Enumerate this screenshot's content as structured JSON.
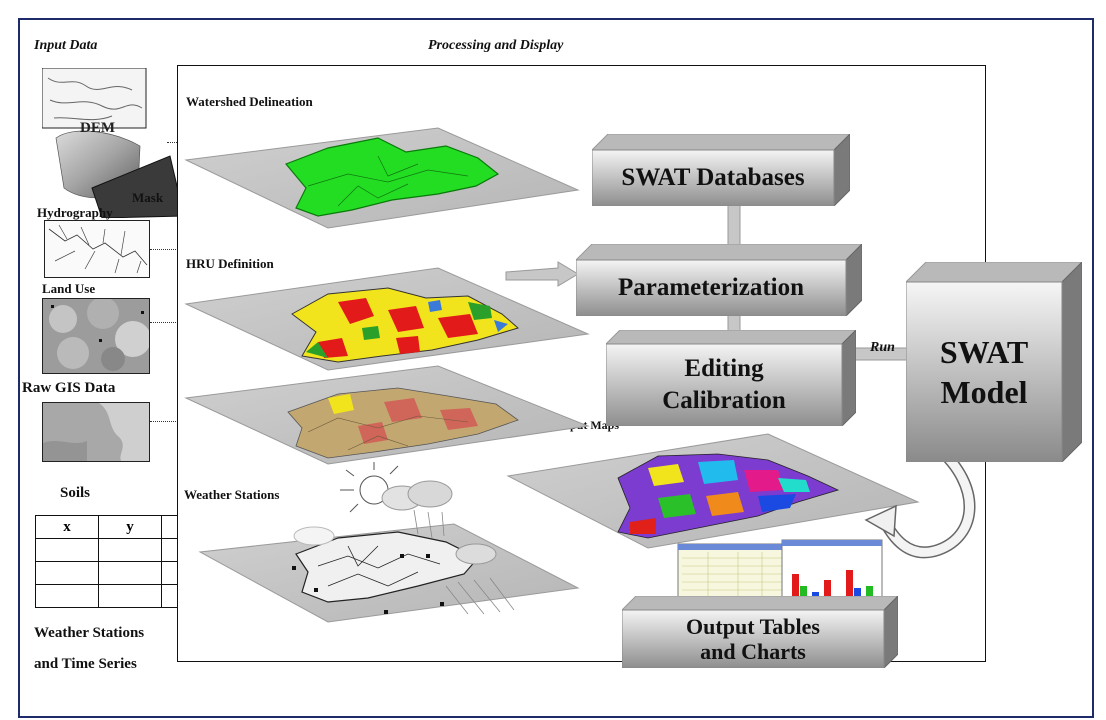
{
  "headers": {
    "input_data": "Input Data",
    "processing": "Processing and Display"
  },
  "inputs": {
    "dem": "DEM",
    "mask": "Mask",
    "hydrography": "Hydrography",
    "land_use": "Land Use",
    "raw_gis": "Raw GIS Data",
    "soils": "Soils",
    "table_headers": [
      "x",
      "y",
      ""
    ],
    "weather_line1": "Weather Stations",
    "weather_line2": "and Time Series"
  },
  "layers": {
    "watershed": "Watershed Delineation",
    "hru": "HRU Definition",
    "weather": "Weather Stations",
    "output_maps": "Output Maps"
  },
  "boxes": {
    "databases": "SWAT Databases",
    "parameterization": "Parameterization",
    "editing_1": "Editing",
    "editing_2": "Calibration",
    "model_1": "SWAT",
    "model_2": "Model",
    "output_1": "Output Tables",
    "output_2": "and Charts"
  },
  "arrows": {
    "run": "Run"
  },
  "colors": {
    "frame_border": "#1d2b6b",
    "watershed_fill": "#22dd22",
    "hru_yellow": "#f2e41c",
    "hru_red": "#e21a1a",
    "landuse_tan": "#c2a770",
    "box_grey_light": "#f2f2f2",
    "box_grey_dark": "#8a8a8a"
  }
}
